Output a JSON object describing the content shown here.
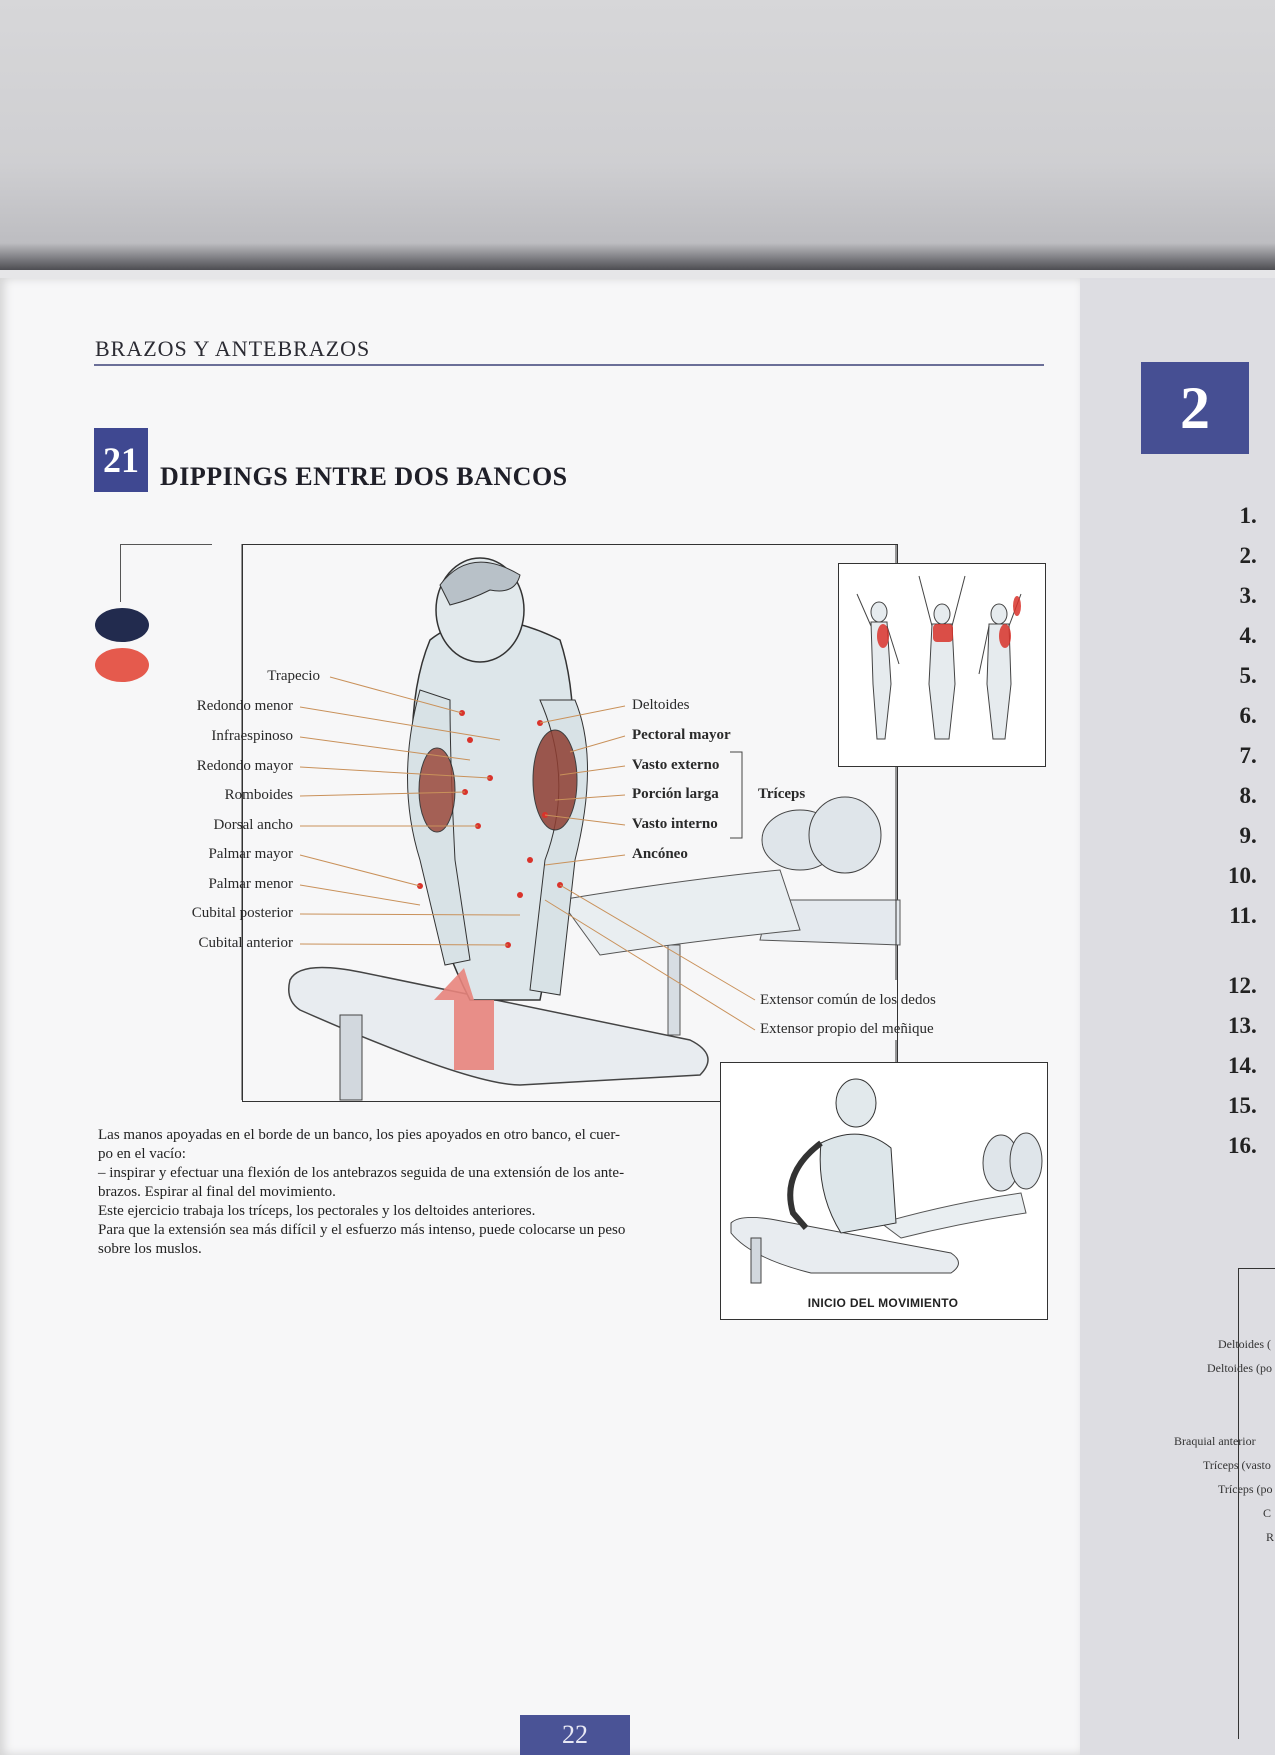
{
  "header": {
    "section_title": "BRAZOS Y ANTEBRAZOS"
  },
  "exercise": {
    "number": "21",
    "title": "DIPPINGS ENTRE DOS BANCOS"
  },
  "muscle_labels": {
    "left": [
      "Trapecio",
      "Redondo menor",
      "Infraespinoso",
      "Redondo mayor",
      "Romboides",
      "Dorsal ancho",
      "Palmar mayor",
      "Palmar menor",
      "Cubital posterior",
      "Cubital anterior"
    ],
    "right": [
      {
        "text": "Deltoides",
        "bold": false
      },
      {
        "text": "Pectoral mayor",
        "bold": true
      },
      {
        "text": "Vasto externo",
        "bold": true
      },
      {
        "text": "Porción larga",
        "bold": true
      },
      {
        "text": "Vasto interno",
        "bold": true
      },
      {
        "text": "Ancóneo",
        "bold": true
      }
    ],
    "triceps_group": "Tríceps",
    "bottom": [
      "Extensor común de los dedos",
      "Extensor propio del meñique"
    ]
  },
  "start_caption": "INICIO DEL MOVIMIENTO",
  "description": [
    "Las manos apoyadas en el borde de un banco, los pies apoyados en otro banco, el cuer-",
    "po en el vacío:",
    "– inspirar y efectuar una flexión de los antebrazos seguida de una extensión de los ante-",
    "brazos. Espirar al final del movimiento.",
    "Este ejercicio trabaja los tríceps, los pectorales y los deltoides anteriores.",
    "Para que la extensión sea más difícil y el esfuerzo más intenso, puede colocarse un peso",
    "sobre los muslos."
  ],
  "page_number": "22",
  "next_page": {
    "badge": "2",
    "list": [
      "1.",
      "2.",
      "3.",
      "4.",
      "5.",
      "6.",
      "7.",
      "8.",
      "9.",
      "10.",
      "11.",
      "12.",
      "13.",
      "14.",
      "15.",
      "16."
    ],
    "labels": [
      "Deltoides (",
      "Deltoides (po",
      "Braquial anterior",
      "Tríceps (vasto",
      "Tríceps (po",
      "C",
      "R"
    ]
  },
  "colors": {
    "accent": "#3f4891",
    "muscle_red": "#d9332b",
    "dot_dark": "#222b4e",
    "dot_red": "#e55a4d"
  }
}
